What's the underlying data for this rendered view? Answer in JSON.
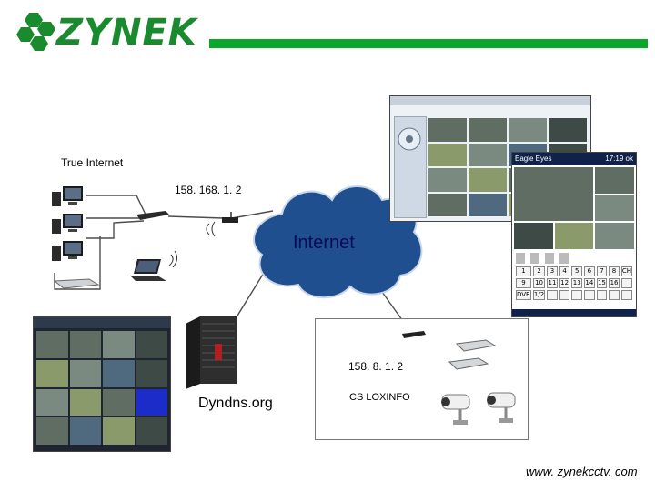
{
  "brand": {
    "name": "ZYNEK",
    "bar_color": "#0aa82a",
    "name_color": "#1a8a2e"
  },
  "labels": {
    "true_internet": "True Internet",
    "ip_local": "158. 168. 1. 2",
    "internet": "Internet",
    "ip_remote": "158. 8. 1. 2",
    "isp": "CS LOXINFO",
    "dyndns": "Dyndns.org",
    "url": "www. zynekcctv. com"
  },
  "phone_app": {
    "title": "Eagle Eyes",
    "time": "17:19",
    "ok": "ok"
  },
  "keypad": {
    "row1": [
      "1",
      "2",
      "3",
      "4",
      "5",
      "6",
      "7",
      "8",
      "CH"
    ],
    "row2": [
      "9",
      "10",
      "11",
      "12",
      "13",
      "14",
      "15",
      "16",
      ""
    ],
    "row3": [
      "DVR",
      "1/2",
      "",
      "",
      "",
      "",
      "",
      "",
      ""
    ]
  },
  "colors": {
    "cloud_fill": "#1f4f8f",
    "cloud_stroke": "#c8d6e8",
    "line": "#4d4d4d"
  }
}
